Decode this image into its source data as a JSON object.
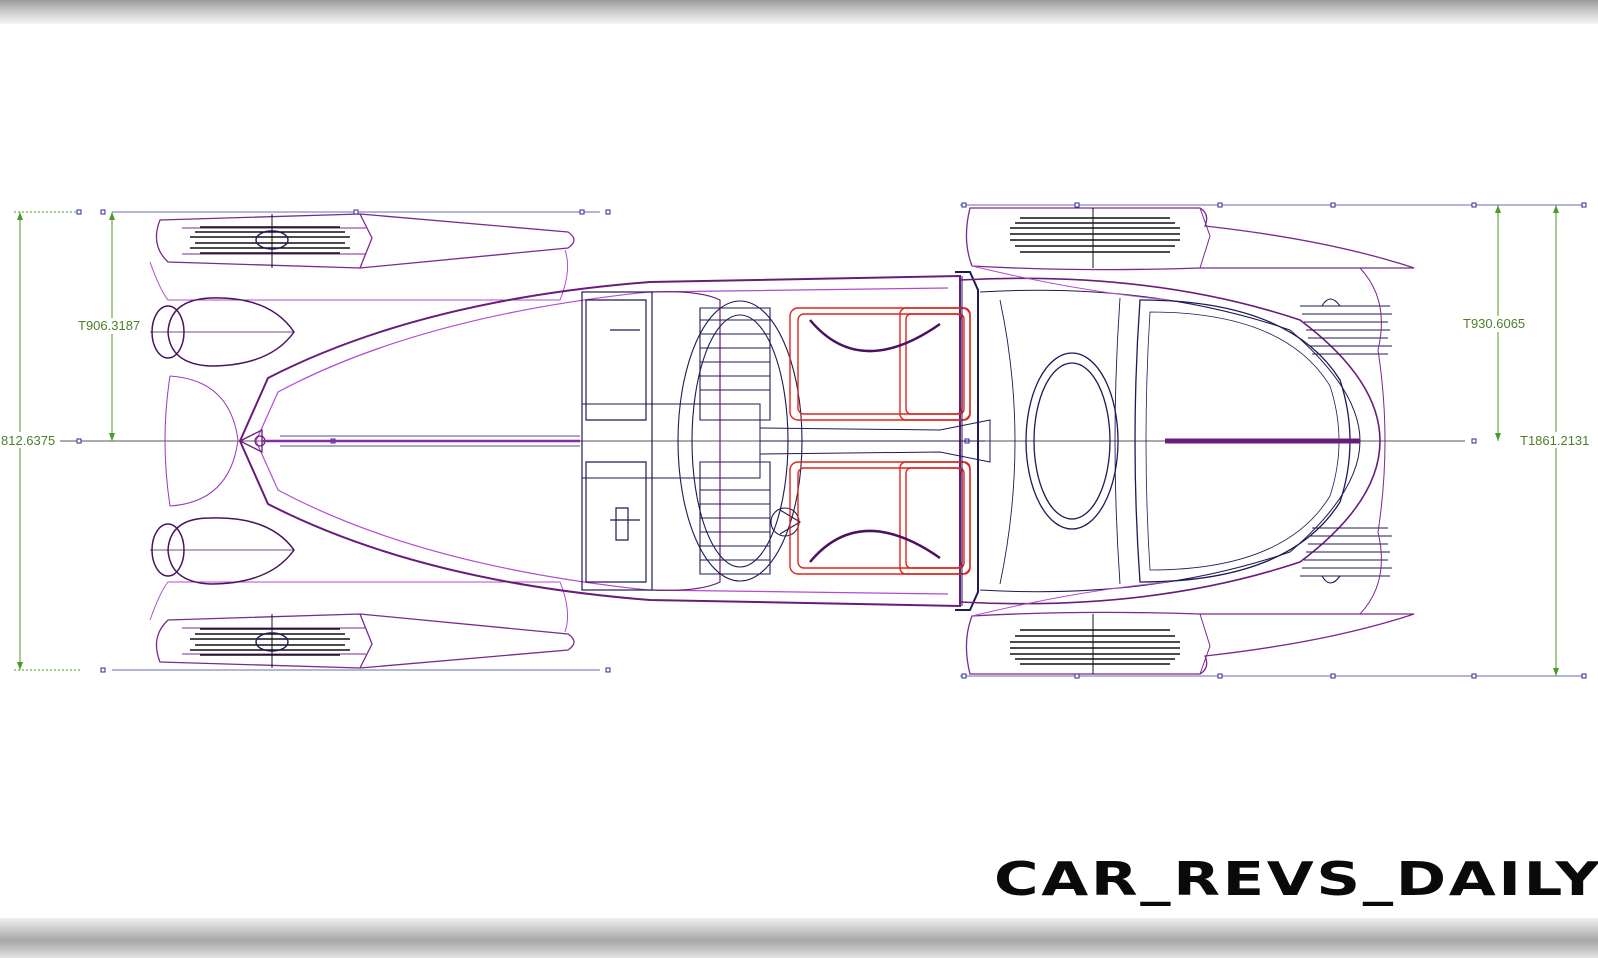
{
  "drawing": {
    "dimensions": {
      "left_full_width": "812.6375",
      "left_half_width": "T906.3187",
      "right_half_width": "T930.6065",
      "right_full_width": "T1861.2131"
    },
    "colors": {
      "body_outline": "#6a1c7a",
      "body_outline_light": "#b34ad1",
      "seats": "#e0241b",
      "structure": "#1e1a55",
      "dimension": "#4d9a2a",
      "handles": "#2b2b9a"
    }
  },
  "watermark": {
    "text": "CAR_REVS_DAILY"
  }
}
